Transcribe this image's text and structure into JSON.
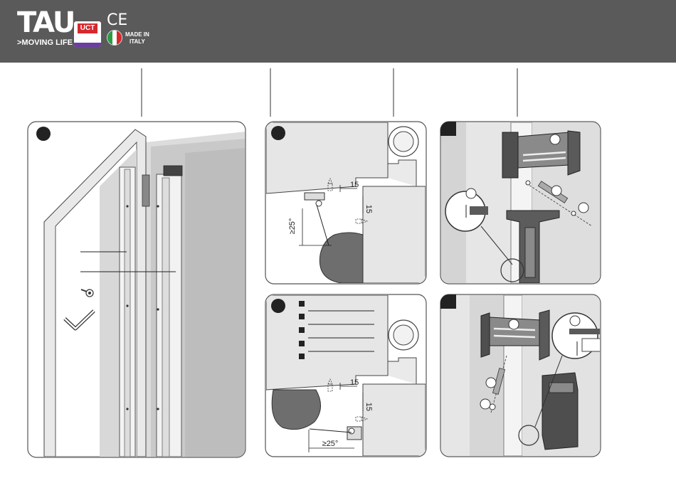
{
  "header": {
    "brand": "TAU",
    "tagline": ">MOVING LIFE",
    "cert_mark": "UCT",
    "ce_mark": "CE",
    "made_in_line1": "MADE IN",
    "made_in_line2": "ITALY"
  },
  "colors": {
    "header_bg": "#5a5a5a",
    "panel_border": "#555555",
    "wall": "#e3e3e3",
    "cert_red": "#d7282f",
    "cert_purple": "#6a3fa0",
    "flag_green": "#2e9a47",
    "flag_red": "#d7282f"
  },
  "labels": {
    "dim_a1": "15",
    "dim_a2": "15",
    "angle_a": "≥25°",
    "dim_b1": "15",
    "dim_b2": "15",
    "angle_b": "≥25°"
  }
}
